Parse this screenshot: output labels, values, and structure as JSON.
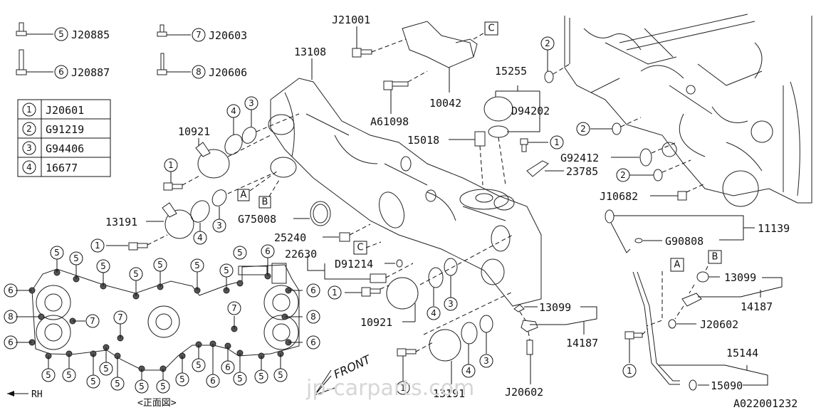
{
  "diagram": {
    "code": "A022001232",
    "watermark": "jp-carparts.com",
    "front_label": "FRONT",
    "rh_label": "RH",
    "view_label": "<正面図>",
    "bolt_legend": [
      {
        "num": "5",
        "part": "J20885"
      },
      {
        "num": "6",
        "part": "J20887"
      },
      {
        "num": "7",
        "part": "J20603"
      },
      {
        "num": "8",
        "part": "J20606"
      }
    ],
    "ref_table": [
      {
        "num": "1",
        "part": "J20601"
      },
      {
        "num": "2",
        "part": "G91219"
      },
      {
        "num": "3",
        "part": "G94406"
      },
      {
        "num": "4",
        "part": "16677"
      }
    ],
    "ref_boxes": {
      "a": "A",
      "b": "B",
      "c": "C"
    },
    "parts": {
      "p13108": "13108",
      "p21001": "J21001",
      "p10042": "10042",
      "pA61098": "A61098",
      "p15255": "15255",
      "pD94202": "D94202",
      "p15018": "15018",
      "p10921a": "10921",
      "p10921b": "10921",
      "p13191a": "13191",
      "p13191b": "13191",
      "pG75008": "G75008",
      "p25240": "25240",
      "p22630": "22630",
      "pD91214": "D91214",
      "pG92412": "G92412",
      "p23785": "23785",
      "pJ10682": "J10682",
      "p11139": "11139",
      "pG90808": "G90808",
      "p13099a": "13099",
      "p13099b": "13099",
      "p14187a": "14187",
      "p14187b": "14187",
      "pJ20602a": "J20602",
      "pJ20602b": "J20602",
      "p15144": "15144",
      "p15090": "15090"
    },
    "callout_nums": {
      "n1": "1",
      "n2": "2",
      "n3": "3",
      "n4": "4",
      "n5": "5",
      "n6": "6",
      "n7": "7",
      "n8": "8"
    }
  }
}
